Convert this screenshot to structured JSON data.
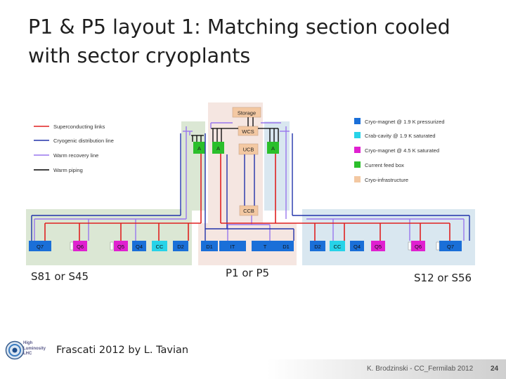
{
  "title": {
    "line1": "P1 & P5 layout 1: Matching section cooled",
    "line2": "with sector cryoplants"
  },
  "legend_lines": [
    {
      "label": "Superconducting links",
      "color": "#e02020"
    },
    {
      "label": "Cryogenic distribution line",
      "color": "#2233aa"
    },
    {
      "label": "Warm recovery line",
      "color": "#9977ee"
    },
    {
      "label": "Warm piping",
      "color": "#000000"
    }
  ],
  "legend_boxes": [
    {
      "label": "Cryo-magnet @ 1.9 K pressurized",
      "color": "#1a6fd8"
    },
    {
      "label": "Crab-cavity @ 1.9 K saturated",
      "color": "#27d3e8"
    },
    {
      "label": "Cryo-magnet @ 4.5 K saturated",
      "color": "#e020d0"
    },
    {
      "label": "Current feed box",
      "color": "#2bbf2b"
    },
    {
      "label": "Cryo-infrastructure",
      "color": "#f3c8a2"
    }
  ],
  "infrastructure": {
    "storage": "Storage",
    "wcs": "WCS",
    "ucb": "UCB",
    "ccb": "CCB",
    "plant_left_a": "A",
    "plant_mid_a": "A",
    "plant_right_a": "A"
  },
  "left_elements": [
    "Q7",
    "Q6",
    "Q5",
    "Q4",
    "CC",
    "D2"
  ],
  "center_elements": [
    "D1",
    "IT",
    "T",
    "D1"
  ],
  "right_elements": [
    "D2",
    "CC",
    "Q4",
    "Q5",
    "Q6",
    "Q7"
  ],
  "sector_labels": {
    "left": "S81 or S45",
    "center": "P1 or P5",
    "right": "S12 or S56"
  },
  "logo": {
    "line1": "High",
    "line2": "Luminosity",
    "line3": "LHC"
  },
  "credit": "Frascati 2012 by L. Tavian",
  "footer": "K. Brodzinski - CC_Fermilab 2012",
  "page_number": "24"
}
